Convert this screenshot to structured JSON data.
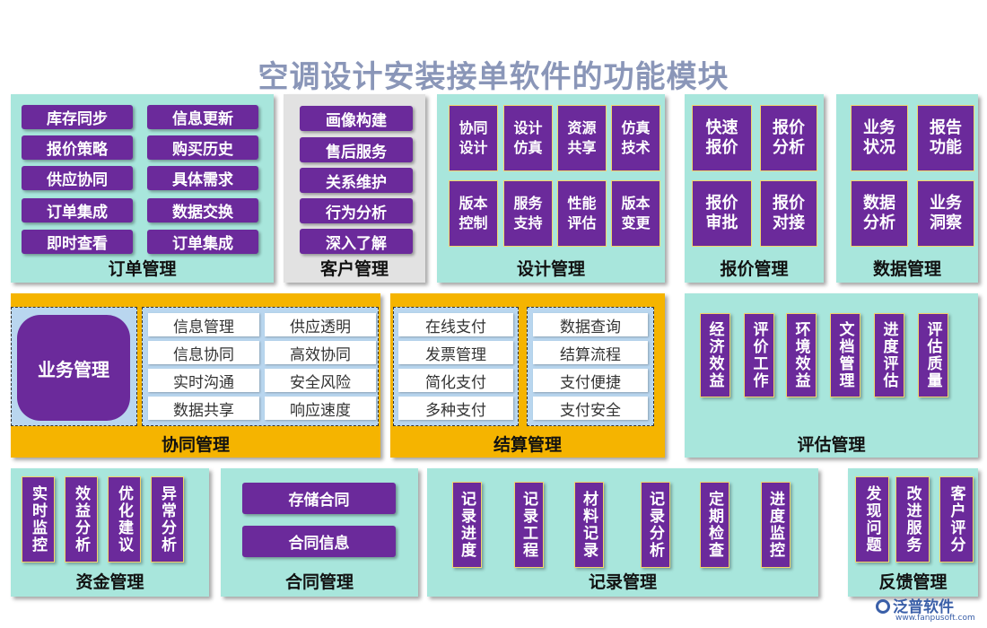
{
  "title": "空调设计安装接单软件的功能模块",
  "panels": {
    "order": {
      "label": "订单管理",
      "items": [
        "库存同步",
        "信息更新",
        "报价策略",
        "购买历史",
        "供应协同",
        "具体需求",
        "订单集成",
        "数据交换",
        "即时查看",
        "订单集成"
      ]
    },
    "customer": {
      "label": "客户管理",
      "items": [
        "画像构建",
        "售后服务",
        "关系维护",
        "行为分析",
        "深入了解"
      ]
    },
    "design": {
      "label": "设计管理",
      "items": [
        "协同设计",
        "设计仿真",
        "资源共享",
        "仿真技术",
        "版本控制",
        "服务支持",
        "性能评估",
        "版本变更"
      ]
    },
    "quote": {
      "label": "报价管理",
      "items": [
        "快速报价",
        "报价分析",
        "报价审批",
        "报价对接"
      ]
    },
    "data": {
      "label": "数据管理",
      "items": [
        "业务状况",
        "报告功能",
        "数据分析",
        "业务洞察"
      ]
    },
    "collab": {
      "label": "协同管理",
      "main": "业务管理",
      "items": [
        "信息管理",
        "供应透明",
        "信息协同",
        "高效协同",
        "实时沟通",
        "安全风险",
        "数据共享",
        "响应速度"
      ]
    },
    "settle": {
      "label": "结算管理",
      "items": [
        "在线支付",
        "数据查询",
        "发票管理",
        "结算流程",
        "简化支付",
        "支付便捷",
        "多种支付",
        "支付安全"
      ]
    },
    "eval": {
      "label": "评估管理",
      "items": [
        "经济效益",
        "评价工作",
        "环境效益",
        "文档管理",
        "进度评估",
        "评估质量"
      ]
    },
    "fund": {
      "label": "资金管理",
      "items": [
        "实时监控",
        "效益分析",
        "优化建议",
        "异常分析"
      ]
    },
    "contract": {
      "label": "合同管理",
      "items": [
        "存储合同",
        "合同信息"
      ]
    },
    "record": {
      "label": "记录管理",
      "items": [
        "记录进度",
        "记录工程",
        "材料记录",
        "记录分析",
        "定期检查",
        "进度监控"
      ]
    },
    "feedback": {
      "label": "反馈管理",
      "items": [
        "发现问题",
        "改进服务",
        "客户评分"
      ]
    }
  },
  "logo": {
    "text": "泛普软件",
    "url": "www.fanpusoft.com"
  },
  "colors": {
    "teal": "#a8e6dc",
    "purple": "#6b2a9b",
    "orange": "#f5b400",
    "gray": "#e2e2e2",
    "lightblue": "#b9d6ef"
  }
}
